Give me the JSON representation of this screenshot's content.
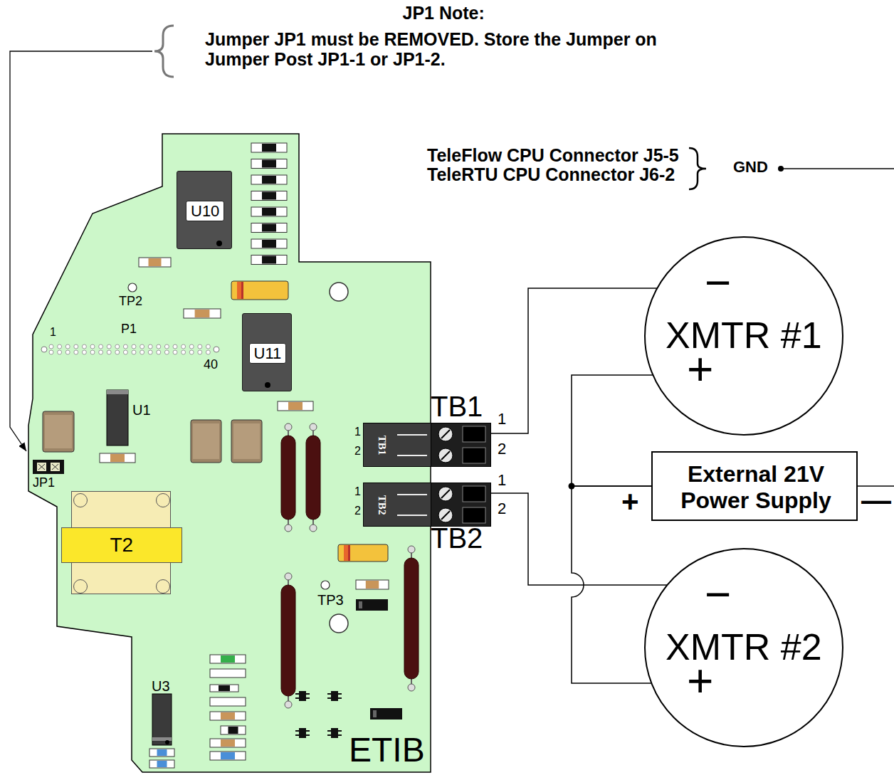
{
  "diagram": {
    "nodes": [
      {
        "text": [
          "ETIB"
        ]
      },
      {
        "text": [
          "U10"
        ],
        "in": 0
      },
      {
        "text": [
          "U11"
        ],
        "in": 0
      },
      {
        "text": [
          "T2"
        ],
        "in": 0
      },
      {
        "text": [
          "TB1",
          "TB1"
        ],
        "in": 0
      },
      {
        "text": [
          "TB2",
          "TB2"
        ],
        "in": 0
      },
      {
        "text": [
          "−",
          "XMTR #1",
          "+"
        ]
      },
      {
        "text": [
          "External 21V Power Supply"
        ]
      },
      {
        "text": [
          "−",
          "XMTR #2",
          "+"
        ]
      }
    ],
    "edges": [
      {
        "from": 6,
        "to": 4,
        "arrow": "none"
      },
      {
        "from": 8,
        "to": 5,
        "arrow": "none"
      },
      {
        "from": 7,
        "to": 6,
        "arrow": "none"
      },
      {
        "from": 7,
        "to": 8,
        "arrow": "none"
      }
    ],
    "labels": [
      "JP1 Note:",
      "Jumper JP1 must be REMOVED. Store the Jumper on Jumper Post JP1-1 or JP1-2.",
      "TeleFlow CPU Connector J5-5",
      "TeleRTU CPU Connector J6-2",
      "GND",
      "TP2",
      "1",
      "P1",
      "40",
      "U1",
      "JP1",
      "TP3",
      "U3",
      "1",
      "2",
      "1",
      "2",
      "1",
      "2",
      "1",
      "2",
      "+",
      "—"
    ]
  }
}
